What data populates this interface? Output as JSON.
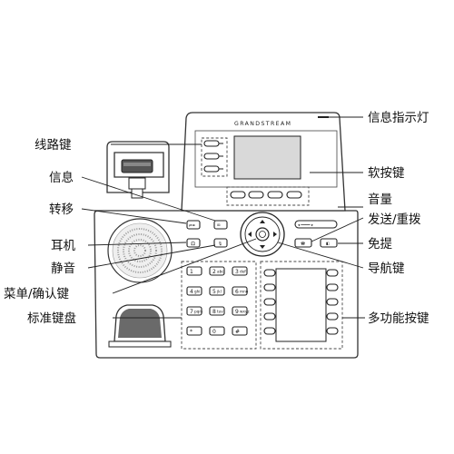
{
  "phone": {
    "brand": "GRANDSTREAM"
  },
  "labels": {
    "message_indicator": "信息指示灯",
    "line_keys": "线路键",
    "soft_keys": "软按键",
    "message": "信息",
    "volume": "音量",
    "transfer": "转移",
    "send_redial": "发送/重拨",
    "headset": "耳机",
    "speaker": "免提",
    "mute": "静音",
    "navigation_keys": "导航键",
    "menu_ok": "菜单/确认键",
    "keypad": "标准键盘",
    "multifunction_keys": "多功能按键"
  },
  "keypad": {
    "keys": [
      "1",
      "2",
      "3",
      "4",
      "5",
      "6",
      "7",
      "8",
      "9",
      "*",
      "0",
      "#"
    ],
    "sublabels": [
      "",
      "abc",
      "def",
      "ghi",
      "jkl",
      "mno",
      "pqrs",
      "tuv",
      "wxyz",
      "",
      "",
      ""
    ]
  }
}
